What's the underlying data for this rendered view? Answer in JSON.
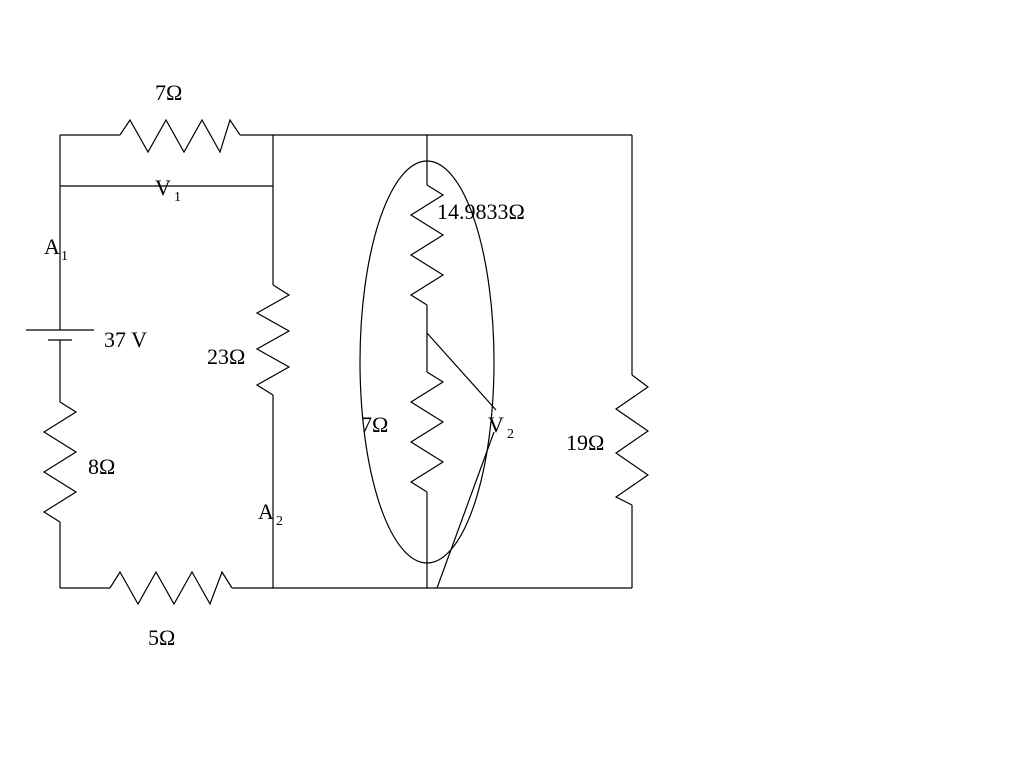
{
  "circuit": {
    "battery": {
      "label": "37 V"
    },
    "resistors": {
      "top": "7Ω",
      "left": "8Ω",
      "bottom": "5Ω",
      "middle": "23Ω",
      "ellipse_upper": "14.9833Ω",
      "ellipse_lower": "7Ω",
      "right": "19Ω"
    },
    "meters": {
      "ammeter_1": {
        "letter": "A",
        "index": "1"
      },
      "ammeter_2": {
        "letter": "A",
        "index": "2"
      },
      "voltmeter_1": {
        "letter": "V",
        "index": "1"
      },
      "voltmeter_2": {
        "letter": "V",
        "index": "2"
      }
    }
  }
}
